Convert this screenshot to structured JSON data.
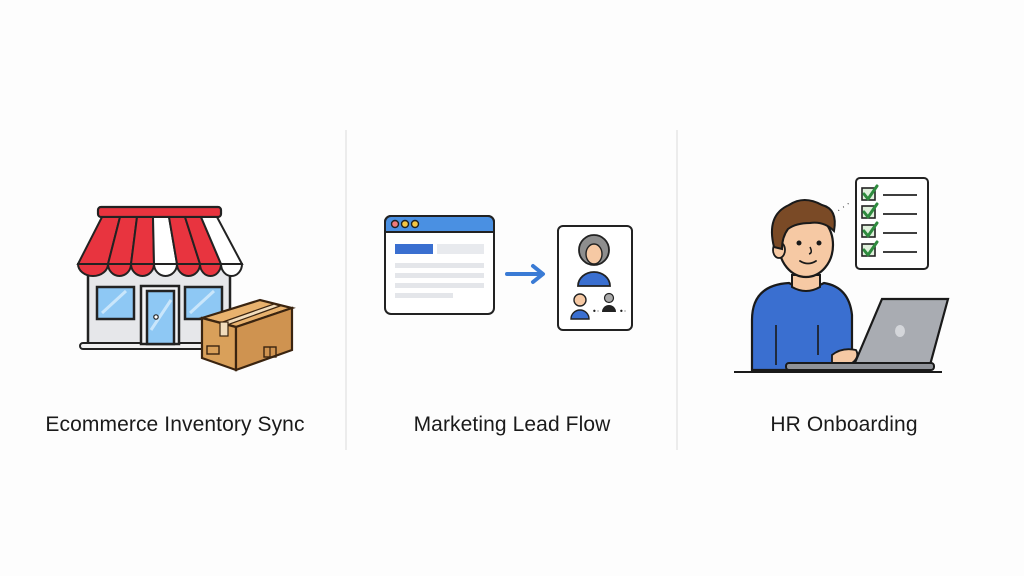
{
  "panels": [
    {
      "id": "ecommerce",
      "title": "Ecommerce Inventory Sync",
      "illustration": "storefront-with-shipping-box",
      "icons": [
        "storefront-icon",
        "awning-icon",
        "shipping-box-icon"
      ]
    },
    {
      "id": "marketing",
      "title": "Marketing Lead Flow",
      "illustration": "web-form-to-contact-card",
      "icons": [
        "browser-window-icon",
        "arrow-right-icon",
        "contact-card-icon"
      ]
    },
    {
      "id": "hr",
      "title": "HR Onboarding",
      "illustration": "person-at-laptop-with-checklist",
      "icons": [
        "person-icon",
        "laptop-icon",
        "checklist-icon"
      ]
    }
  ],
  "colors": {
    "background": "#fdfdfd",
    "divider": "#ececec",
    "text": "#1a1a1a",
    "awning_red": "#e8343f",
    "window_blue": "#8ec8f4",
    "box_brown": "#d9a05a",
    "accent_blue": "#3a6fd0",
    "check_green": "#2e8b3e",
    "laptop_gray": "#a9acb2",
    "hair_brown": "#7a4a26",
    "skin": "#f6c9a4"
  }
}
